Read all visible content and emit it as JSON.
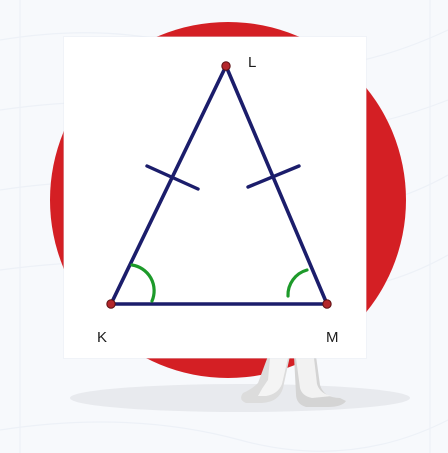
{
  "diagram": {
    "vertices": {
      "L": "L",
      "K": "K",
      "M": "M"
    }
  },
  "colors": {
    "sides": "#1b1d6b",
    "vertex_points": "#b3272b",
    "angle_marks": "#1d9a2a",
    "background_ball": "#d41f24"
  }
}
